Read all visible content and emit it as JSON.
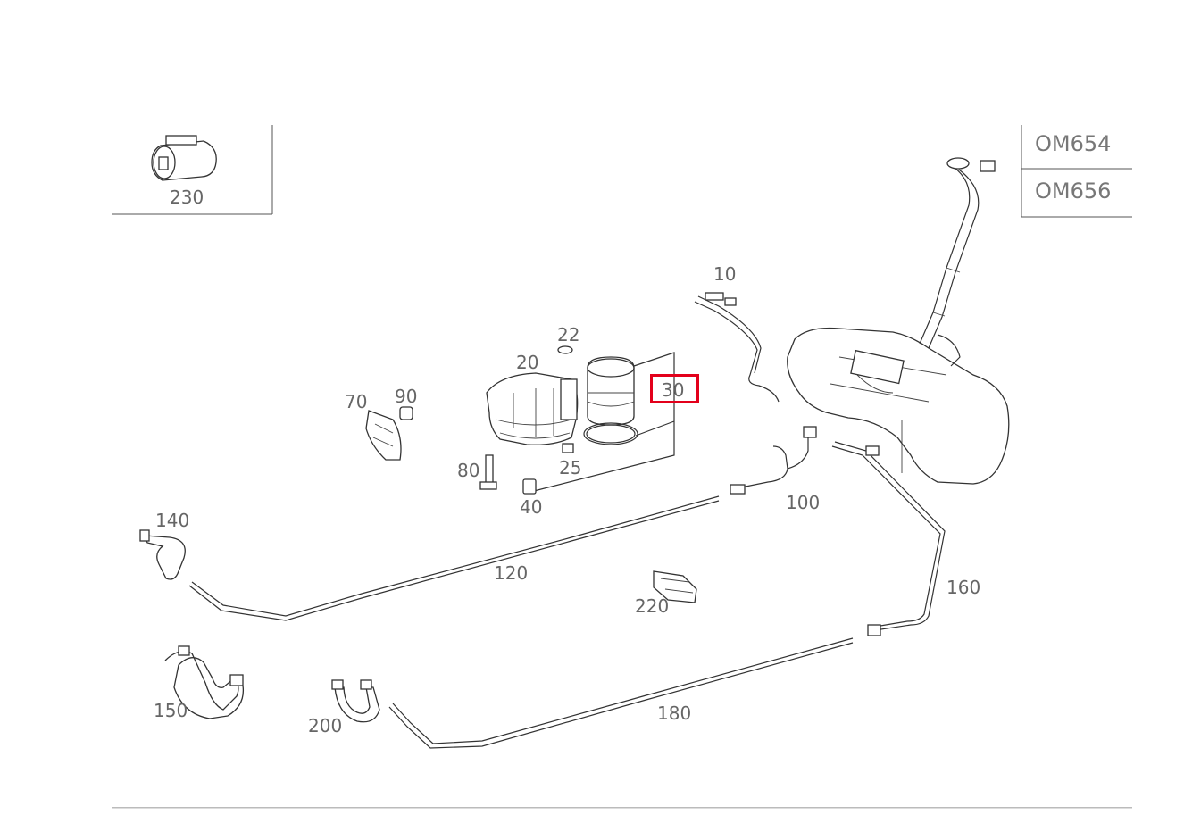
{
  "engines": [
    "OM654",
    "OM656"
  ],
  "highlight_color": "#e3001b",
  "highlighted_part": "30",
  "parts": {
    "p10": "10",
    "p20": "20",
    "p22": "22",
    "p25": "25",
    "p30": "30",
    "p40": "40",
    "p70": "70",
    "p80": "80",
    "p90": "90",
    "p100": "100",
    "p120": "120",
    "p140": "140",
    "p150": "150",
    "p160": "160",
    "p180": "180",
    "p200": "200",
    "p220": "220",
    "p230": "230"
  }
}
